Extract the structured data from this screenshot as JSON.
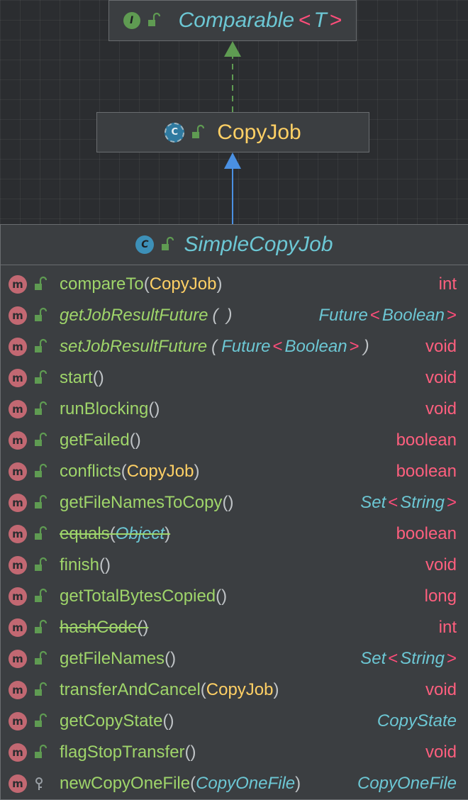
{
  "interface_node": {
    "name": "Comparable",
    "generic_open": "<",
    "generic_param": "T",
    "generic_close": ">",
    "icon": "interface-icon"
  },
  "abstract_class_node": {
    "name": "CopyJob",
    "icon": "abstract-class-icon"
  },
  "class_node": {
    "name": "SimpleCopyJob",
    "icon": "class-icon"
  },
  "colors": {
    "method_name": "#9fd56a",
    "primitive_return": "#ff5f7e",
    "type_ref": "#6cc7d4",
    "class_ref": "#ffd065",
    "generic_bracket": "#ff4d7a",
    "implements_arrow": "#5f9b52",
    "extends_arrow": "#4a90e2"
  },
  "members": [
    {
      "name": "compareTo",
      "param": "CopyJob",
      "param_kind": "class",
      "return": "int",
      "return_kind": "primitive",
      "visibility": "public"
    },
    {
      "name": "getJobResultFuture",
      "param": "",
      "italic": true,
      "return": "Future<Boolean>",
      "return_kind": "type",
      "visibility": "public"
    },
    {
      "name": "setJobResultFuture",
      "param": "Future<Boolean>",
      "param_kind": "type",
      "italic": true,
      "return": "void",
      "return_kind": "primitive",
      "visibility": "public"
    },
    {
      "name": "start",
      "param": "",
      "return": "void",
      "return_kind": "primitive",
      "visibility": "public"
    },
    {
      "name": "runBlocking",
      "param": "",
      "return": "void",
      "return_kind": "primitive",
      "visibility": "public"
    },
    {
      "name": "getFailed",
      "param": "",
      "return": "boolean",
      "return_kind": "primitive",
      "visibility": "public"
    },
    {
      "name": "conflicts",
      "param": "CopyJob",
      "param_kind": "class",
      "return": "boolean",
      "return_kind": "primitive",
      "visibility": "public"
    },
    {
      "name": "getFileNamesToCopy",
      "param": "",
      "return": "Set<String>",
      "return_kind": "type",
      "visibility": "public"
    },
    {
      "name": "equals",
      "param": "Object",
      "param_kind": "type",
      "strike": true,
      "return": "boolean",
      "return_kind": "primitive",
      "visibility": "public"
    },
    {
      "name": "finish",
      "param": "",
      "return": "void",
      "return_kind": "primitive",
      "visibility": "public"
    },
    {
      "name": "getTotalBytesCopied",
      "param": "",
      "return": "long",
      "return_kind": "primitive",
      "visibility": "public"
    },
    {
      "name": "hashCode",
      "param": "",
      "strike": true,
      "return": "int",
      "return_kind": "primitive",
      "visibility": "public"
    },
    {
      "name": "getFileNames",
      "param": "",
      "return": "Set<String>",
      "return_kind": "type",
      "visibility": "public"
    },
    {
      "name": "transferAndCancel",
      "param": "CopyJob",
      "param_kind": "class",
      "return": "void",
      "return_kind": "primitive",
      "visibility": "public"
    },
    {
      "name": "getCopyState",
      "param": "",
      "return": "CopyState",
      "return_kind": "type",
      "visibility": "public"
    },
    {
      "name": "flagStopTransfer",
      "param": "",
      "return": "void",
      "return_kind": "primitive",
      "visibility": "public"
    },
    {
      "name": "newCopyOneFile",
      "param": "CopyOneFile",
      "param_kind": "type",
      "return": "CopyOneFile",
      "return_kind": "type",
      "visibility": "package"
    }
  ]
}
